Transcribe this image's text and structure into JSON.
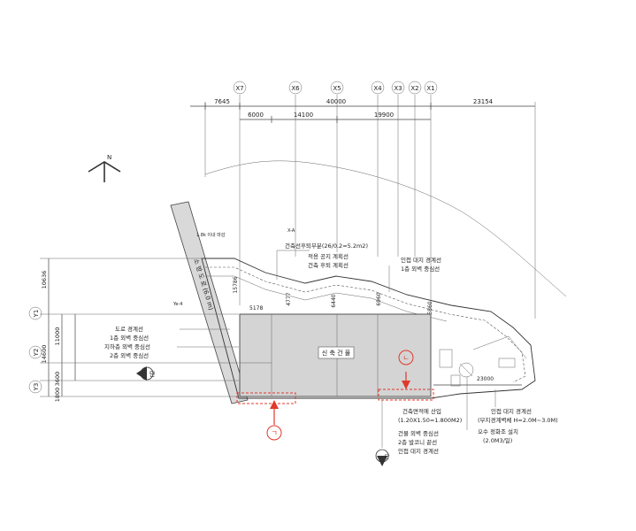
{
  "grid_x": [
    "X7",
    "X6",
    "X5",
    "X4",
    "X3",
    "X2",
    "X1"
  ],
  "grid_y": [
    "Y1",
    "Y2",
    "Y3"
  ],
  "dims_top_row1": [
    "7645",
    "40000",
    "23154"
  ],
  "dims_top_row2": [
    "6000",
    "14100",
    "19900"
  ],
  "dims_left": [
    "10636",
    "11000",
    "14600",
    "3600",
    "1800"
  ],
  "dims_inner": [
    "5178",
    "4777",
    "6440",
    "6960",
    "5860",
    "23000",
    "15786"
  ],
  "north_label": "N",
  "road_label": "소 방 도 로 (6.0 m)",
  "small_tags": [
    "X-A",
    "Ye-4",
    "1.8k 이내 마감"
  ],
  "building_label": "신 축 건 물",
  "labels_top": [
    "건축선후퇴부분(26/0.2=5.2m2)",
    "적용 공지 계획선",
    "건축 후퇴 계획선"
  ],
  "labels_right_top": [
    "인접 대지 경계선",
    "1층 외벽 중심선"
  ],
  "labels_left": [
    "도로 경계선",
    "1층 외벽 중심선",
    "지하층 외벽 중심선",
    "2층 외벽 중심선"
  ],
  "labels_bottom_center": [
    "건축면적에 산입",
    "(1.20X1.50=1.800M2)",
    "건물 외벽 중심선",
    "2층 발코니 끝선",
    "인접 대지 경계선"
  ],
  "labels_bottom_right": [
    "인접 대지 경계선",
    "(부지경계벽체 H=2.0M~3.0M)",
    "오수 정화조 설치",
    "(2.0M3/일)"
  ],
  "markers": {
    "a": "ㄱ",
    "b": "ㄴ"
  },
  "section_marker": "단",
  "colors": {
    "accent": "#e0392b",
    "building": "#d4d4d4",
    "line": "#333333"
  }
}
